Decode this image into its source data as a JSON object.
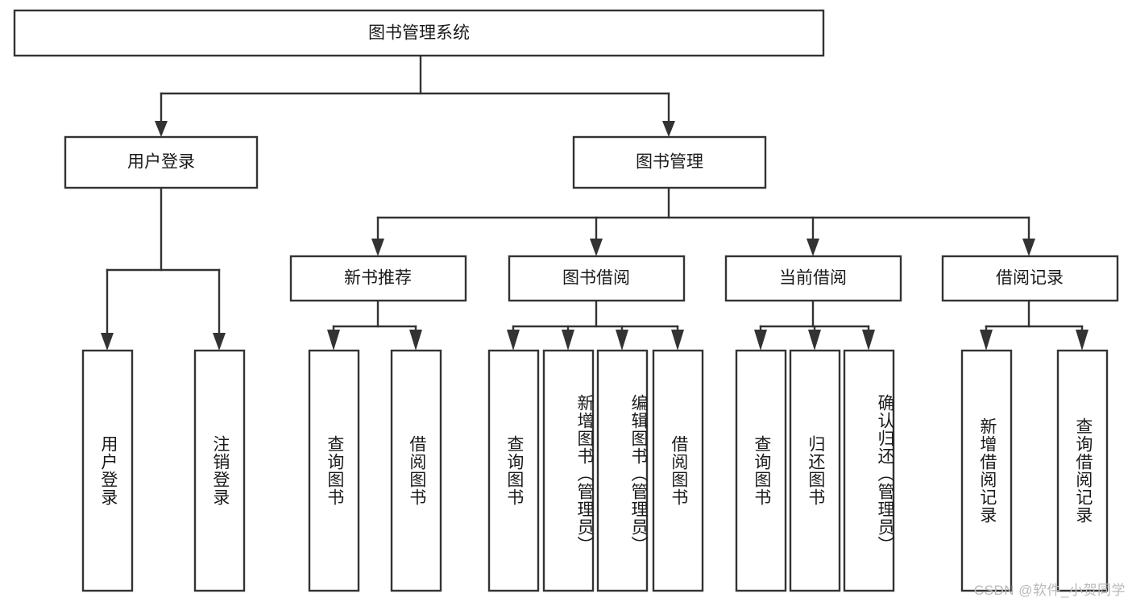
{
  "diagram": {
    "type": "tree",
    "title": "图书管理系统",
    "root": {
      "label": "图书管理系统"
    },
    "level1": [
      {
        "label": "用户登录"
      },
      {
        "label": "图书管理"
      }
    ],
    "level2": [
      {
        "label": "新书推荐"
      },
      {
        "label": "图书借阅"
      },
      {
        "label": "当前借阅"
      },
      {
        "label": "借阅记录"
      }
    ],
    "leaves": {
      "user_login": [
        {
          "label": "用户登录"
        },
        {
          "label": "注销登录"
        }
      ],
      "new_book_recommend": [
        {
          "label": "查询图书"
        },
        {
          "label": "借阅图书"
        }
      ],
      "book_borrow": [
        {
          "label": "查询图书"
        },
        {
          "label": "新增图书（管理员）"
        },
        {
          "label": "编辑图书（管理员）"
        },
        {
          "label": "借阅图书"
        }
      ],
      "current_borrow": [
        {
          "label": "查询图书"
        },
        {
          "label": "归还图书"
        },
        {
          "label": "确认归还（管理员）"
        }
      ],
      "borrow_record": [
        {
          "label": "新增借阅记录"
        },
        {
          "label": "查询借阅记录"
        }
      ]
    }
  },
  "watermark": {
    "text": "CSDN @软件_小贺同学"
  },
  "colors": {
    "stroke": "#333333",
    "box_fill": "#ffffff",
    "text": "#1a1a1a",
    "watermark": "#b9b9b9",
    "background": "#ffffff"
  }
}
